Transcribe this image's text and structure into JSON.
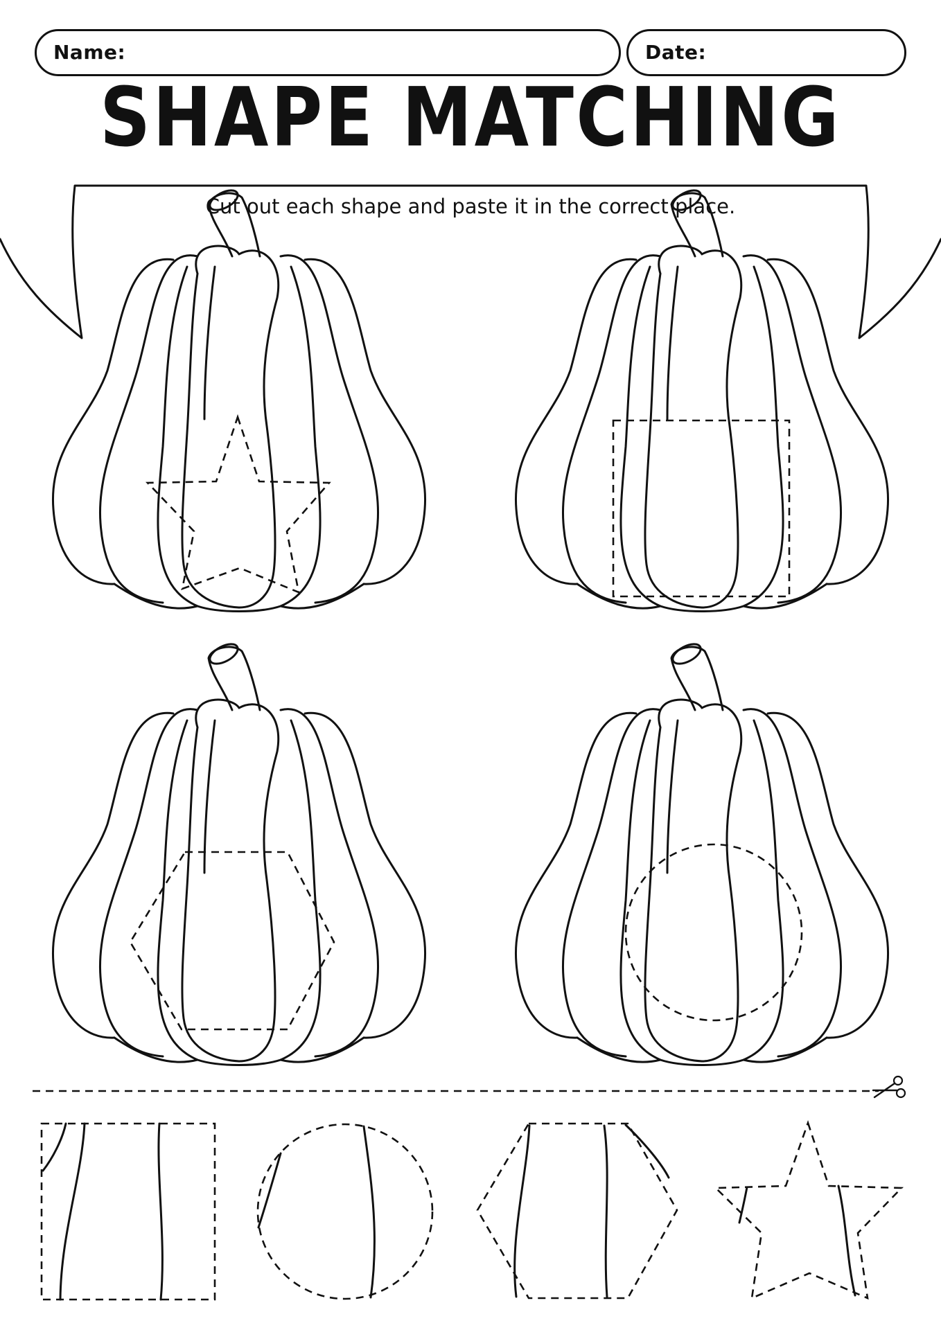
{
  "worksheet": {
    "name_label": "Name:",
    "date_label": "Date:",
    "title": "SHAPE MATCHING",
    "instructions": "Cut out each shape and paste it in the correct place."
  },
  "targets": [
    {
      "shape": "star"
    },
    {
      "shape": "square"
    },
    {
      "shape": "hexagon"
    },
    {
      "shape": "circle"
    }
  ],
  "cutouts": [
    {
      "shape": "square"
    },
    {
      "shape": "circle"
    },
    {
      "shape": "hexagon"
    },
    {
      "shape": "star"
    }
  ],
  "icons": {
    "cut_line": "scissors-icon"
  }
}
